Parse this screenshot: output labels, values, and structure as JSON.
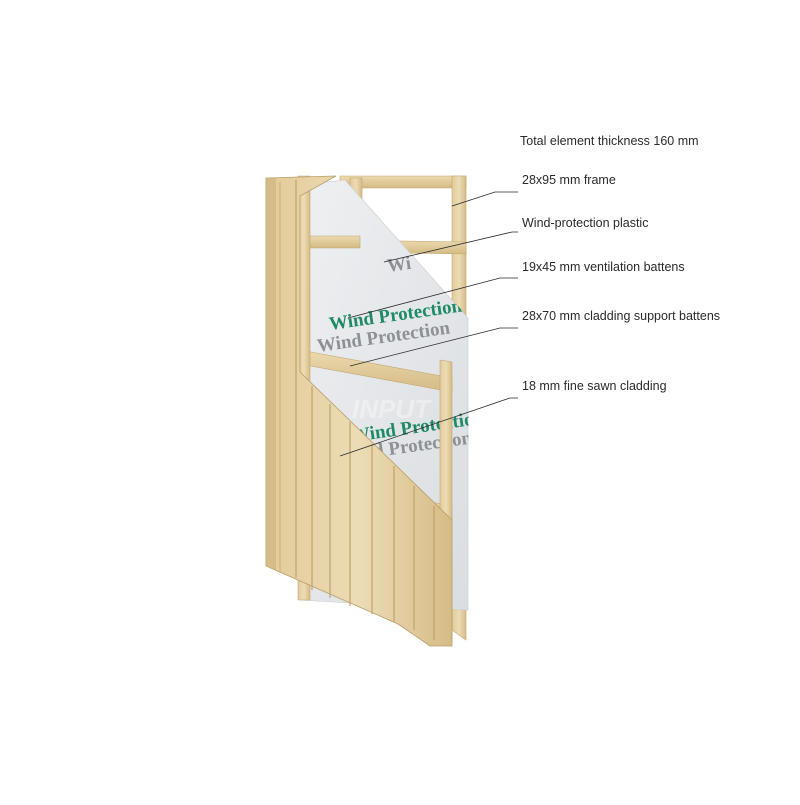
{
  "total_thickness": "Total element thickness 160 mm",
  "callouts": [
    {
      "label": "28x95 mm frame"
    },
    {
      "label": "Wind-protection plastic"
    },
    {
      "label": "19x45 mm ventilation battens"
    },
    {
      "label": "28x70 mm cladding support battens"
    },
    {
      "label": "18 mm fine sawn cladding"
    }
  ],
  "membrane_print": [
    "Wind Protection",
    "Wind Protection",
    "Wind Protectio",
    "Wind Protection",
    "Wi"
  ],
  "watermark": "INPUT",
  "colors": {
    "wood_light": "#e9d6ad",
    "wood_mid": "#d9c08c",
    "wood_dark": "#b89a63",
    "membrane": "#e4e7ea",
    "print_green": "#1f8a66",
    "print_grey": "#8d9196",
    "leader_line": "#2b2b2b"
  }
}
